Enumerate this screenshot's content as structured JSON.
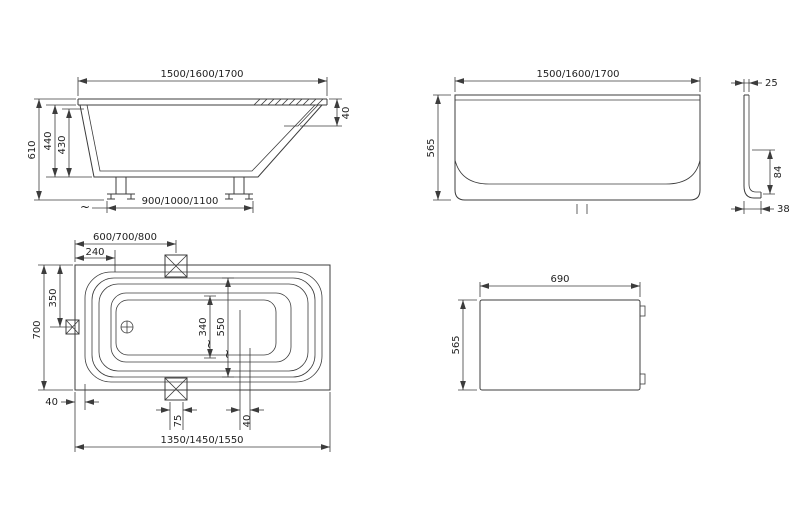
{
  "style": {
    "background": "#ffffff",
    "line_color": "#3c3c3c",
    "text_color": "#1f1f1f"
  },
  "symbols": {
    "approx": "~"
  },
  "side_view": {
    "length": "1500/1600/1700",
    "height_total": "610",
    "height_outer": "440",
    "height_inner": "430",
    "rim_depth": "40",
    "base_length": "900/1000/1100"
  },
  "front_panel_view": {
    "length": "1500/1600/1700",
    "height": "565",
    "profile_thickness": "25",
    "profile_foot_height": "84",
    "profile_foot_depth": "38"
  },
  "plan_view": {
    "bracket_offset": "600/700/800",
    "drain_offset": "240",
    "half_width": "350",
    "width": "700",
    "floor_width": "340",
    "inner_width": "550",
    "flange": "40",
    "bracket_inset": "75",
    "floor_inset": "40",
    "base_length": "1350/1450/1550"
  },
  "side_panel_view": {
    "width": "690",
    "height": "565"
  }
}
